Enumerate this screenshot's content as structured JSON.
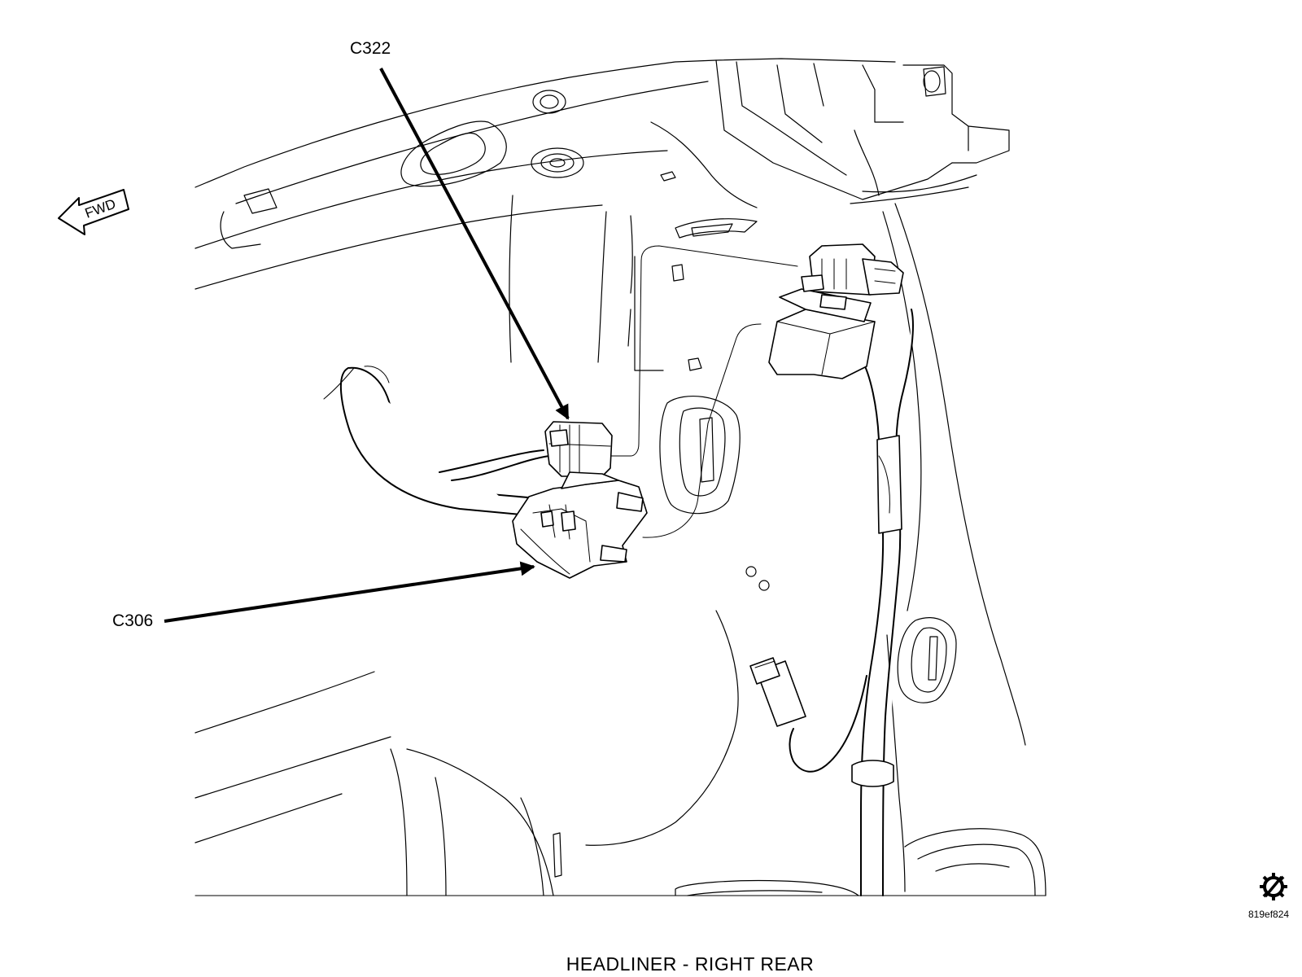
{
  "labels": {
    "connector_top": "C322",
    "connector_bottom": "C306",
    "direction": "FWD",
    "title": "HEADLINER - RIGHT REAR",
    "image_code": "819ef824"
  },
  "icons": {
    "direction_arrow": "arrow-left-outline-icon",
    "logo": "gear-wrench-icon"
  }
}
